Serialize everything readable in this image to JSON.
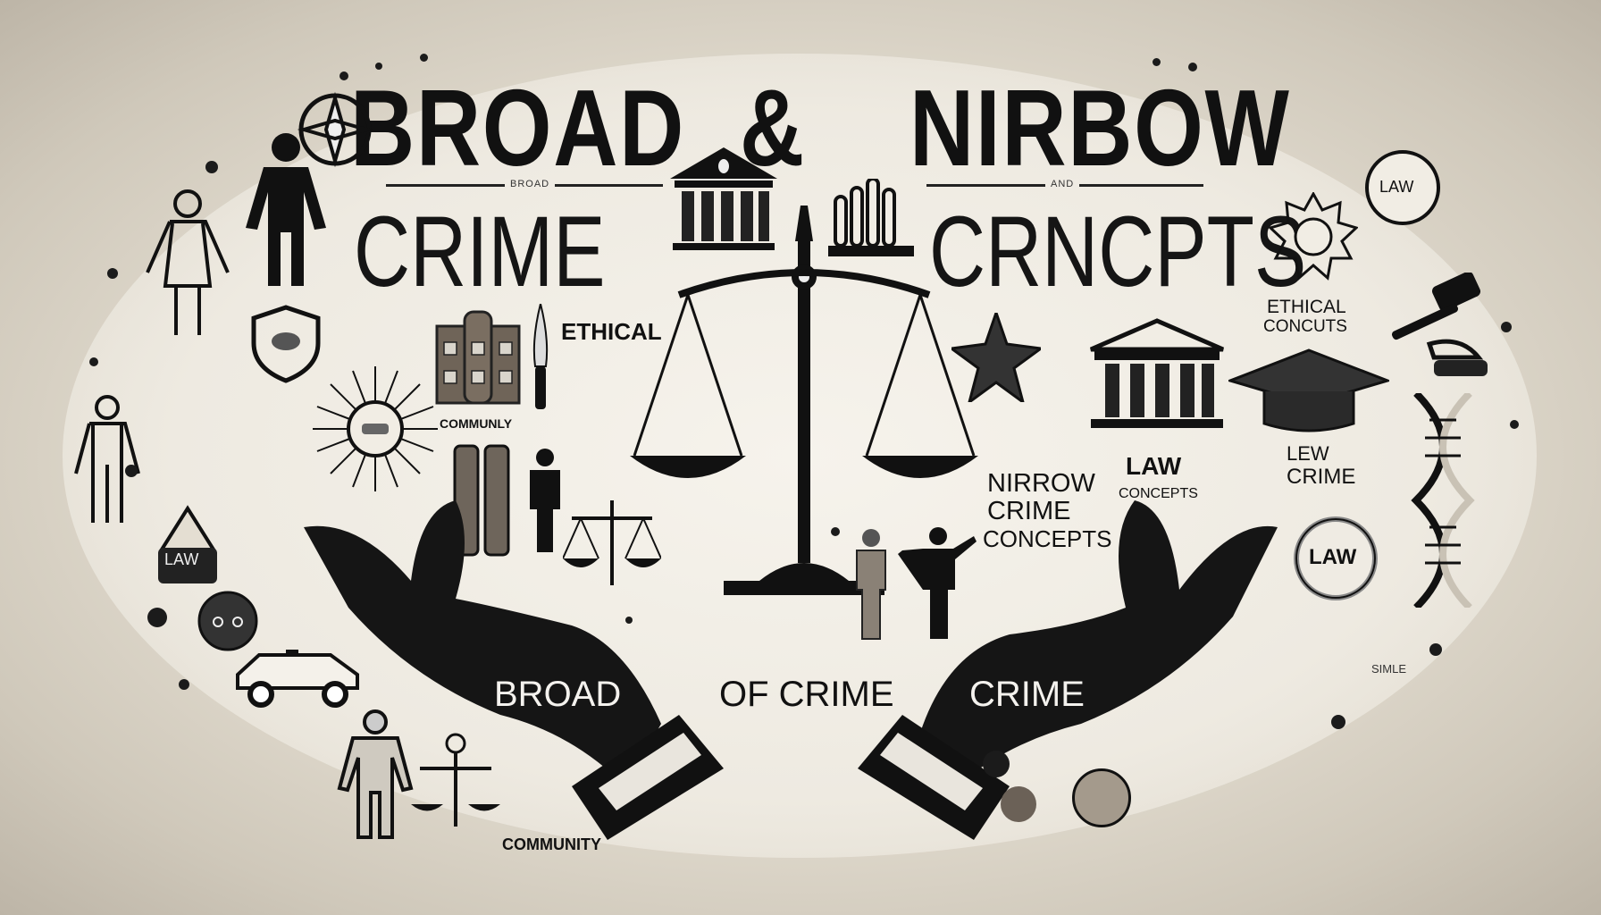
{
  "poster": {
    "background_color": "#e8e3d8",
    "ink_color": "#111111",
    "headline": {
      "line1_left": "BROAD",
      "ampersand": "&",
      "line1_right": "NIRBOW",
      "line2_left": "CRIME",
      "line2_right": "CRNCPTS",
      "rule_label_left": "BROAD",
      "rule_label_right": "AND"
    },
    "labels": {
      "ethical_left": "ETHICAL",
      "community_top": "COMMUNLY",
      "ethical_right_1": "ETHICAL",
      "ethical_right_2": "CONCUTS",
      "law_circle_top": "LAW",
      "law_concepts_1": "LAW",
      "law_concepts_2": "CONCEPTS",
      "narrow_1": "NIRROW",
      "narrow_2": "CRIME",
      "narrow_3": "CONCEPTS",
      "lew_crime_1": "LEW",
      "lew_crime_2": "CRIME",
      "law_circle_right": "LAW",
      "law_bag": "LAW",
      "hand_left": "BROAD",
      "center_bottom": "OF CRIME",
      "hand_right": "CRIME",
      "community_bottom": "COMMUNITY",
      "small_right": "SIMLE"
    },
    "icons": [
      "scales-of-justice-icon",
      "courthouse-icon",
      "open-hands-icon",
      "person-icon",
      "police-car-icon",
      "gavel-icon",
      "graduation-cap-icon",
      "dna-helix-icon",
      "badge-icon",
      "building-icon",
      "knife-icon",
      "sunburst-icon",
      "compass-icon",
      "shield-icon"
    ]
  }
}
